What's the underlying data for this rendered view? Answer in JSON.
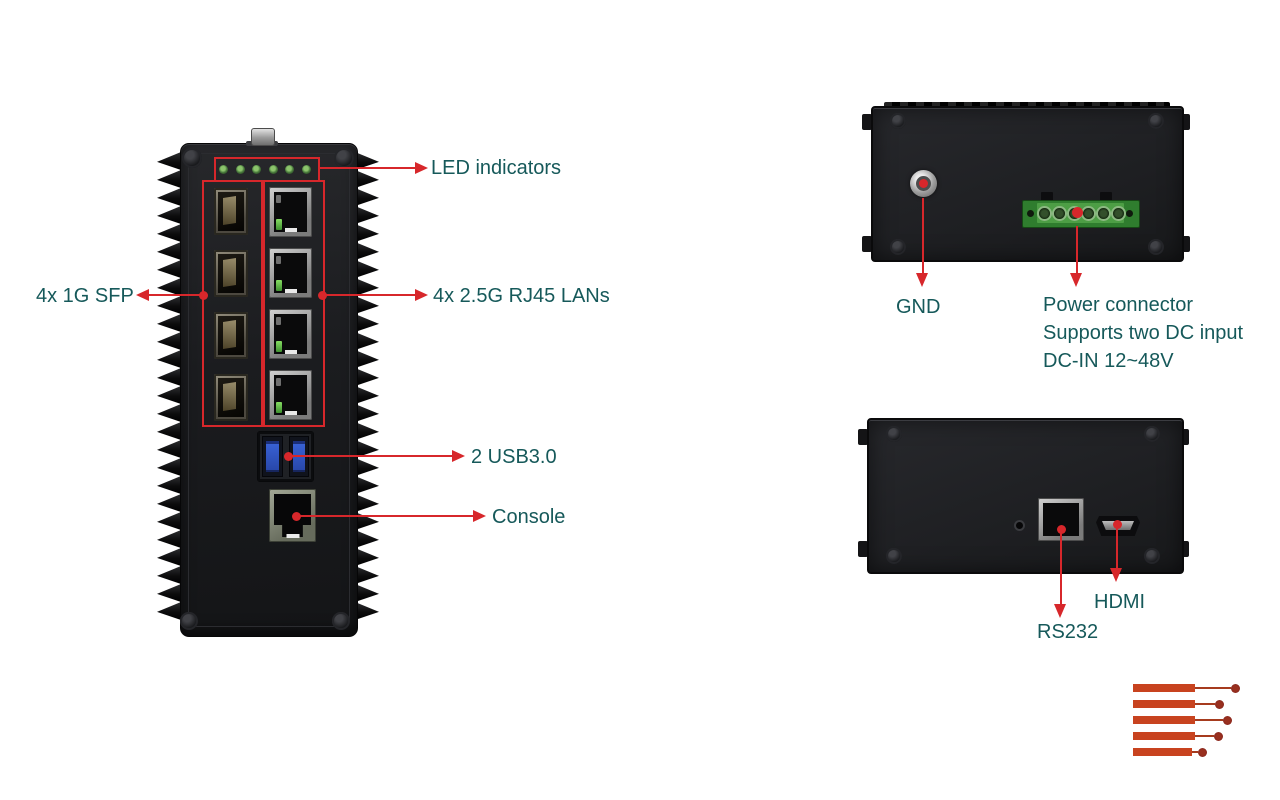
{
  "annotations": {
    "led_indicators": "LED indicators",
    "sfp": "4x 1G SFP",
    "lan": "4x 2.5G RJ45 LANs",
    "usb": "2 USB3.0",
    "console": "Console",
    "gnd": "GND",
    "power_connector": "Power connector",
    "power_support": "Supports two DC input",
    "power_range": "DC-IN 12~48V",
    "hdmi": "HDMI",
    "rs232": "RS232"
  },
  "colors": {
    "annotation_red": "#d7272b",
    "label_teal": "#16595a",
    "usb_blue": "#3a63d8",
    "power_connector_green": "#4d9e45",
    "led_green": "#8cc46c",
    "logo_orange": "#c8431f",
    "logo_dot_maroon": "#7c201d"
  },
  "counts": {
    "leds": 6,
    "sfp_ports": 4,
    "lan_ports": 4,
    "usb_ports": 2,
    "power_terminals": 6,
    "logo_bars": 5,
    "fin_teeth": 26
  }
}
